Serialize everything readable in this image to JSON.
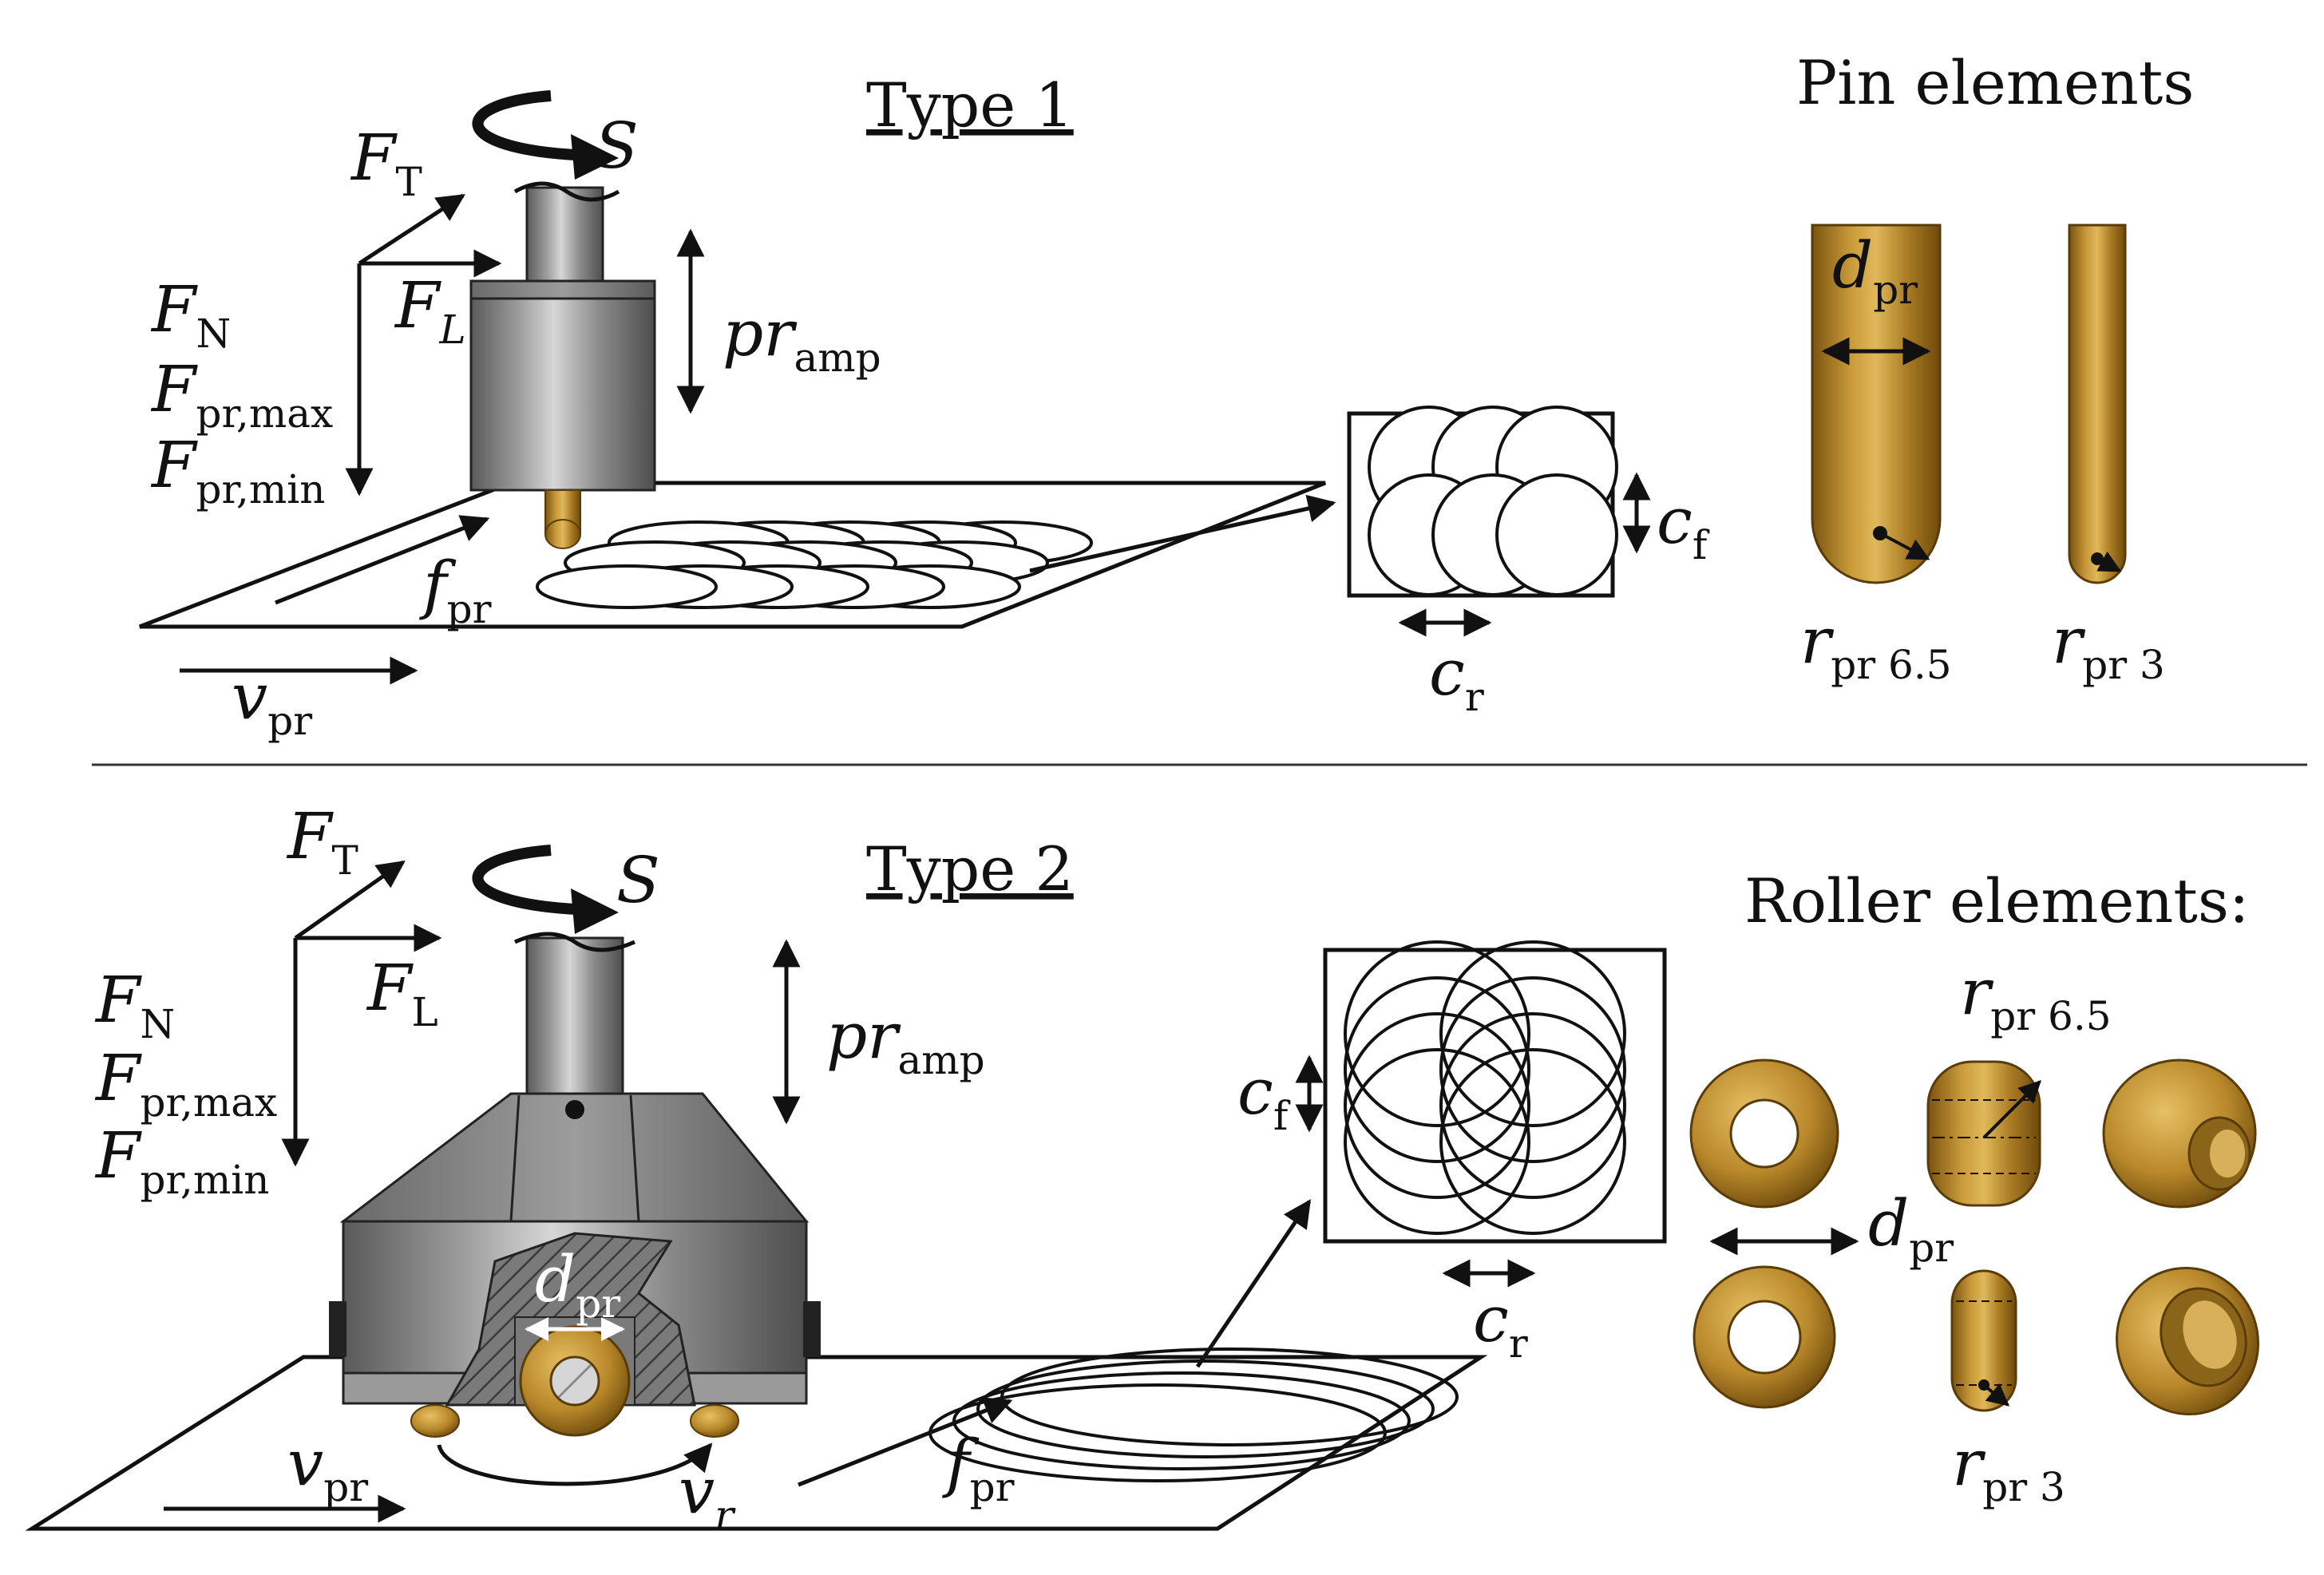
{
  "colors": {
    "gold": "#b8882a",
    "gold_dark": "#7a5410",
    "steel": "#7d7d7d",
    "steel_dark": "#4a4a4a",
    "line": "#111111"
  },
  "type1": {
    "title": "Type 1",
    "spin": {
      "main": "S",
      "sub": ""
    },
    "f_t": {
      "main": "F",
      "sub": "T"
    },
    "f_l": {
      "main": "F",
      "sub": "L"
    },
    "f_n": {
      "main": "F",
      "sub": "N"
    },
    "f_pr_max": {
      "main": "F",
      "sub": "pr,max"
    },
    "f_pr_min": {
      "main": "F",
      "sub": "pr,min"
    },
    "pr_amp": {
      "main": "pr",
      "sub": "amp"
    },
    "f_pr": {
      "main": "f",
      "sub": "pr"
    },
    "v_pr": {
      "main": "v",
      "sub": "pr"
    },
    "c_f": {
      "main": "c",
      "sub": "f"
    },
    "c_r": {
      "main": "c",
      "sub": "r"
    }
  },
  "pins": {
    "title": "Pin elements",
    "d_pr": {
      "main": "d",
      "sub": "pr"
    },
    "r_big": {
      "main": "r",
      "sub": "pr 6.5"
    },
    "r_small": {
      "main": "r",
      "sub": "pr 3"
    }
  },
  "type2": {
    "title": "Type 2",
    "spin": {
      "main": "S",
      "sub": ""
    },
    "f_t": {
      "main": "F",
      "sub": "T"
    },
    "f_l": {
      "main": "F",
      "sub": "L"
    },
    "f_n": {
      "main": "F",
      "sub": "N"
    },
    "f_pr_max": {
      "main": "F",
      "sub": "pr,max"
    },
    "f_pr_min": {
      "main": "F",
      "sub": "pr,min"
    },
    "pr_amp": {
      "main": "pr",
      "sub": "amp"
    },
    "d_pr_inner": {
      "main": "d",
      "sub": "pr"
    },
    "v_pr": {
      "main": "v",
      "sub": "pr"
    },
    "v_r": {
      "main": "v",
      "sub": "r"
    },
    "f_pr": {
      "main": "f",
      "sub": "pr"
    },
    "c_f": {
      "main": "c",
      "sub": "f"
    },
    "c_r": {
      "main": "c",
      "sub": "r"
    }
  },
  "rollers": {
    "title": "Roller elements:",
    "r_big": {
      "main": "r",
      "sub": "pr 6.5"
    },
    "d_pr": {
      "main": "d",
      "sub": "pr"
    },
    "r_small": {
      "main": "r",
      "sub": "pr 3"
    }
  }
}
